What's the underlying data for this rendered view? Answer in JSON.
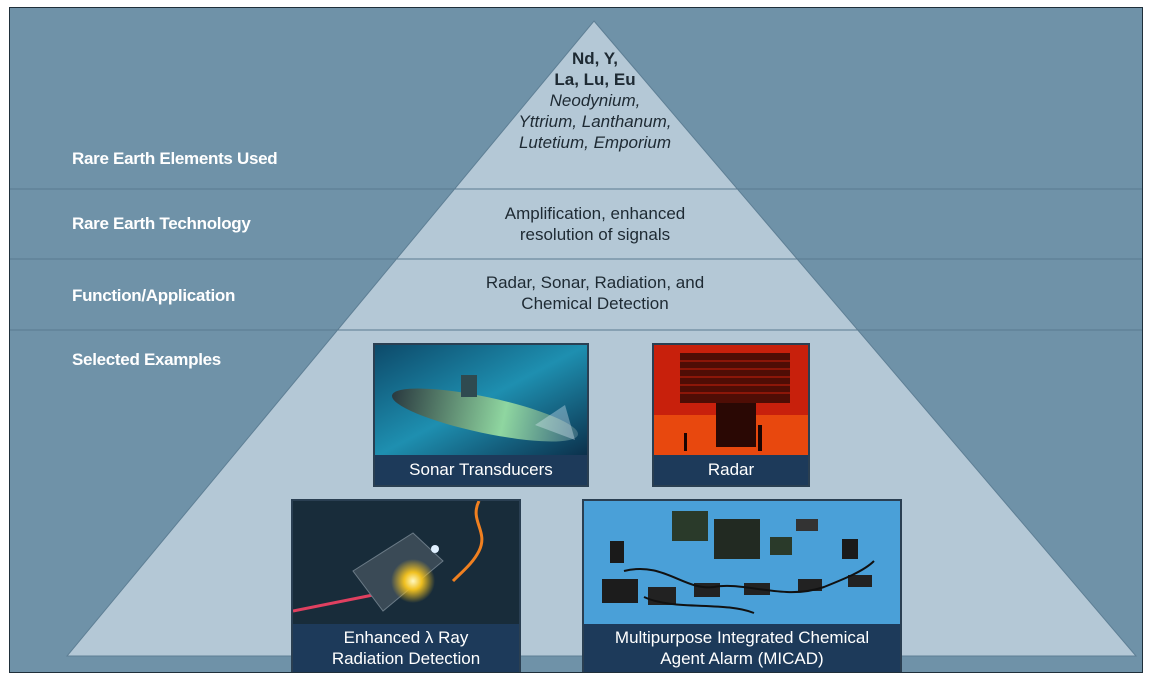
{
  "row_labels": {
    "elements": "Rare Earth Elements Used",
    "technology": "Rare Earth Technology",
    "function": "Function/Application",
    "examples": "Selected Examples"
  },
  "apex": {
    "symbols_line1": "Nd, Y,",
    "symbols_line2": "La, Lu, Eu",
    "names_line1": "Neodynium,",
    "names_line2": "Yttrium, Lanthanum,",
    "names_line3": "Lutetium, Emporium"
  },
  "technology": {
    "line1": "Amplification, enhanced",
    "line2": "resolution of signals"
  },
  "function": {
    "line1": "Radar, Sonar, Radiation, and",
    "line2": "Chemical Detection"
  },
  "examples": {
    "sonar": "Sonar Transducers",
    "radar": "Radar",
    "ray_line1": "Enhanced λ Ray",
    "ray_line2": "Radiation Detection",
    "micad_line1": "Multipurpose Integrated Chemical",
    "micad_line2": "Agent Alarm (MICAD)"
  },
  "colors": {
    "background": "#6f92a8",
    "pyramid": "#b4c8d6",
    "caption": "#1d3a5a",
    "label": "#ffffff"
  }
}
